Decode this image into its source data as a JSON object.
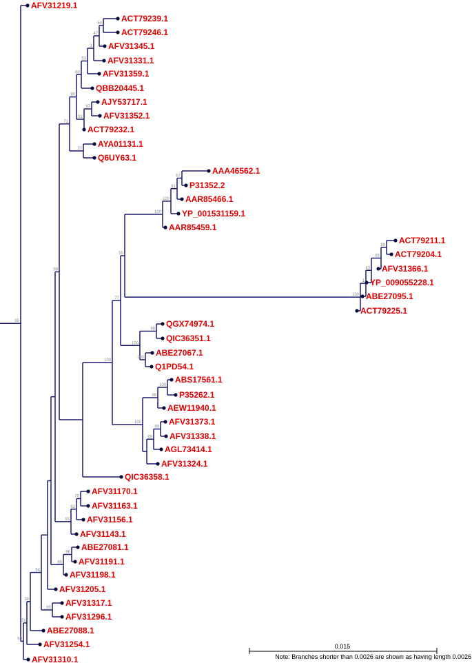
{
  "tree": {
    "tips": [
      "AFV31219.1",
      "ACT79239.1",
      "ACT79246.1",
      "AFV31345.1",
      "AFV31331.1",
      "AFV31359.1",
      "QBB20445.1",
      "AJY53717.1",
      "AFV31352.1",
      "ACT79232.1",
      "AYA01131.1",
      "Q6UY63.1",
      "AAA46562.1",
      "P31352.2",
      "AAR85466.1",
      "YP_001531159.1",
      "AAR85459.1",
      "ACT79211.1",
      "ACT79204.1",
      "AFV31366.1",
      "YP_009055228.1",
      "ABE27095.1",
      "ACT79225.1",
      "QGX74974.1",
      "QIC36351.1",
      "ABE27067.1",
      "Q1PD54.1",
      "ABS17561.1",
      "P35262.1",
      "AEW11940.1",
      "AFV31373.1",
      "AFV31338.1",
      "AGL73414.1",
      "AFV31324.1",
      "QIC36358.1",
      "AFV31170.1",
      "AFV31163.1",
      "AFV31156.1",
      "AFV31143.1",
      "ABE27081.1",
      "AFV31191.1",
      "AFV31198.1",
      "AFV31205.1",
      "AFV31317.1",
      "AFV31296.1",
      "ABE27088.1",
      "AFV31254.1",
      "AFV31310.1"
    ],
    "support_values": [
      {
        "node": "n_ACT7923_46",
        "value": "54"
      },
      {
        "node": "n_A345",
        "value": "47"
      },
      {
        "node": "n_A331",
        "value": "1"
      },
      {
        "node": "n_A359",
        "value": "53"
      },
      {
        "node": "n_QBB",
        "value": "60"
      },
      {
        "node": "n_AJY",
        "value": "87"
      },
      {
        "node": "n_AJYg",
        "value": "91"
      },
      {
        "node": "n_upper",
        "value": "90"
      },
      {
        "node": "n_AYA",
        "value": "37"
      },
      {
        "node": "n_clade2",
        "value": "71"
      },
      {
        "node": "n_AAA",
        "value": "67"
      },
      {
        "node": "n_P31",
        "value": "81"
      },
      {
        "node": "n_AAR66",
        "value": "100"
      },
      {
        "node": "n_YP15",
        "value": "100"
      },
      {
        "node": "n_redA",
        "value": "55"
      },
      {
        "node": "n_ACT11",
        "value": "99"
      },
      {
        "node": "n_A366",
        "value": "65"
      },
      {
        "node": "n_YP90",
        "value": "43"
      },
      {
        "node": "n_ABE95",
        "value": "1"
      },
      {
        "node": "n_redB",
        "value": "100"
      },
      {
        "node": "n_AB",
        "value": "77"
      },
      {
        "node": "n_QGX",
        "value": "98"
      },
      {
        "node": "n_ABE67",
        "value": "100"
      },
      {
        "node": "n_QGXg",
        "value": "100"
      },
      {
        "node": "n_ABS",
        "value": "100"
      },
      {
        "node": "n_ABSg",
        "value": "98"
      },
      {
        "node": "n_A373",
        "value": "99"
      },
      {
        "node": "n_A373g",
        "value": "99"
      },
      {
        "node": "n_ABSall",
        "value": "100"
      },
      {
        "node": "n_mid",
        "value": "100"
      },
      {
        "node": "n_A170",
        "value": "70"
      },
      {
        "node": "n_A170g",
        "value": "62"
      },
      {
        "node": "n_A143",
        "value": "93"
      },
      {
        "node": "n_ABE81",
        "value": "96"
      },
      {
        "node": "n_ABE81g",
        "value": "85"
      },
      {
        "node": "n_bigUpper",
        "value": "98"
      },
      {
        "node": "n_A317",
        "value": "65"
      },
      {
        "node": "n_A317g",
        "value": "54"
      },
      {
        "node": "n_ABE88",
        "value": "38"
      },
      {
        "node": "n_A254",
        "value": "33"
      },
      {
        "node": "n_big2",
        "value": "69"
      },
      {
        "node": "n_big1",
        "value": "95"
      }
    ]
  },
  "scale_bar": {
    "value": "0.015",
    "note": "Note: Branches shorter than 0.0026 are shown as having length 0.0026"
  }
}
